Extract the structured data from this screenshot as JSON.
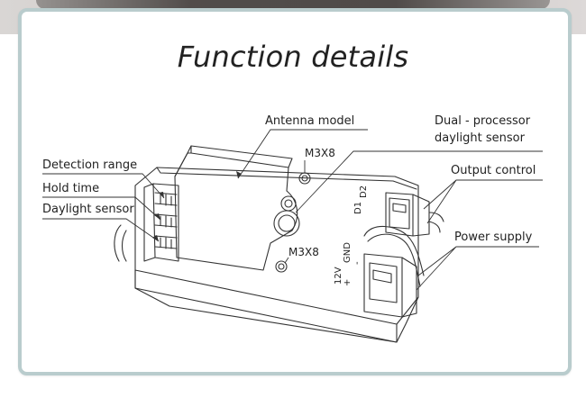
{
  "title": "Function details",
  "callouts": {
    "antenna_model": "Antenna model",
    "dual_processor_line1": "Dual - processor",
    "dual_processor_line2": "daylight sensor",
    "detection_range": "Detection range",
    "hold_time": "Hold time",
    "daylight_sensor": "Daylight sensor",
    "output_control": "Output control",
    "power_supply": "Power supply",
    "screw_top": "M3X8",
    "screw_bottom": "M3X8"
  },
  "device_markings": {
    "d1": "D1",
    "d2": "D2",
    "v12": "12V",
    "gnd": "GND",
    "plus": "+",
    "minus": "-"
  },
  "colors": {
    "frame": "#b9cccd",
    "line": "#333333",
    "text": "#222222"
  }
}
